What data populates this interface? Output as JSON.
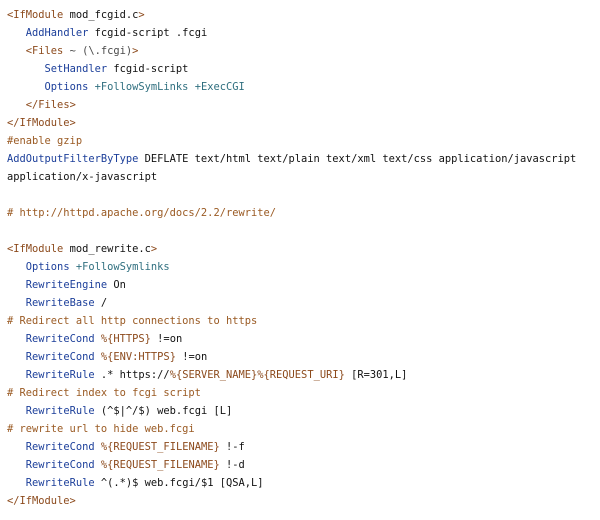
{
  "colors": {
    "background": "#ffffff",
    "default_text": "#111111",
    "tag_brown": "#8c4a1c",
    "keyword_blue": "#1c3f9a",
    "comment_brown": "#9a5a23",
    "flag_teal": "#2f6f7f",
    "symbol_gray": "#4a4a4a",
    "variable_green": "#2e6b2e"
  },
  "code": {
    "lines": [
      [
        {
          "t": "<IfModule",
          "c": "tag_brown"
        },
        {
          "t": " mod_fcgid.c",
          "c": "default_text"
        },
        {
          "t": ">",
          "c": "tag_brown"
        }
      ],
      [
        {
          "t": "   ",
          "c": "default_text"
        },
        {
          "t": "AddHandler",
          "c": "keyword_blue"
        },
        {
          "t": " fcgid-script .fcgi",
          "c": "default_text"
        }
      ],
      [
        {
          "t": "   ",
          "c": "default_text"
        },
        {
          "t": "<Files",
          "c": "tag_brown"
        },
        {
          "t": " ~ (\\.fcgi)",
          "c": "symbol_gray"
        },
        {
          "t": ">",
          "c": "tag_brown"
        }
      ],
      [
        {
          "t": "      ",
          "c": "default_text"
        },
        {
          "t": "SetHandler",
          "c": "keyword_blue"
        },
        {
          "t": " fcgid-script",
          "c": "default_text"
        }
      ],
      [
        {
          "t": "      ",
          "c": "default_text"
        },
        {
          "t": "Options",
          "c": "keyword_blue"
        },
        {
          "t": " +FollowSymLinks +ExecCGI",
          "c": "flag_teal"
        }
      ],
      [
        {
          "t": "   ",
          "c": "default_text"
        },
        {
          "t": "</Files>",
          "c": "tag_brown"
        }
      ],
      [
        {
          "t": "</IfModule>",
          "c": "tag_brown"
        }
      ],
      [
        {
          "t": "#enable gzip",
          "c": "comment_brown"
        }
      ],
      [
        {
          "t": "AddOutputFilterByType",
          "c": "keyword_blue"
        },
        {
          "t": " DEFLATE text/html text/plain text/xml text/css application/javascript",
          "c": "default_text"
        }
      ],
      [
        {
          "t": "application/x-javascript",
          "c": "default_text"
        }
      ],
      [],
      [
        {
          "t": "# http://httpd.apache.org/docs/2.2/rewrite/",
          "c": "comment_brown"
        }
      ],
      [],
      [
        {
          "t": "<IfModule",
          "c": "tag_brown"
        },
        {
          "t": " mod_rewrite.c",
          "c": "default_text"
        },
        {
          "t": ">",
          "c": "tag_brown"
        }
      ],
      [
        {
          "t": "   ",
          "c": "default_text"
        },
        {
          "t": "Options",
          "c": "keyword_blue"
        },
        {
          "t": " +FollowSymlinks",
          "c": "flag_teal"
        }
      ],
      [
        {
          "t": "   ",
          "c": "default_text"
        },
        {
          "t": "RewriteEngine",
          "c": "keyword_blue"
        },
        {
          "t": " On",
          "c": "default_text"
        }
      ],
      [
        {
          "t": "   ",
          "c": "default_text"
        },
        {
          "t": "RewriteBase",
          "c": "keyword_blue"
        },
        {
          "t": " /",
          "c": "default_text"
        }
      ],
      [
        {
          "t": "# Redirect all http connections to https",
          "c": "comment_brown"
        }
      ],
      [
        {
          "t": "   ",
          "c": "default_text"
        },
        {
          "t": "RewriteCond",
          "c": "keyword_blue"
        },
        {
          "t": " ",
          "c": "default_text"
        },
        {
          "t": "%{HTTPS}",
          "c": "tag_brown"
        },
        {
          "t": " !=on",
          "c": "default_text"
        }
      ],
      [
        {
          "t": "   ",
          "c": "default_text"
        },
        {
          "t": "RewriteCond",
          "c": "keyword_blue"
        },
        {
          "t": " ",
          "c": "default_text"
        },
        {
          "t": "%{ENV:HTTPS}",
          "c": "tag_brown"
        },
        {
          "t": " !=on",
          "c": "default_text"
        }
      ],
      [
        {
          "t": "   ",
          "c": "default_text"
        },
        {
          "t": "RewriteRule",
          "c": "keyword_blue"
        },
        {
          "t": " .* https://",
          "c": "default_text"
        },
        {
          "t": "%{SERVER_NAME}%{REQUEST_URI}",
          "c": "tag_brown"
        },
        {
          "t": " [R=301,L]",
          "c": "default_text"
        }
      ],
      [
        {
          "t": "# Redirect index to fcgi script",
          "c": "comment_brown"
        }
      ],
      [
        {
          "t": "   ",
          "c": "default_text"
        },
        {
          "t": "RewriteRule",
          "c": "keyword_blue"
        },
        {
          "t": " (^$|^/$) web.fcgi [L]",
          "c": "default_text"
        }
      ],
      [
        {
          "t": "# rewrite url to hide web.fcgi",
          "c": "comment_brown"
        }
      ],
      [
        {
          "t": "   ",
          "c": "default_text"
        },
        {
          "t": "RewriteCond",
          "c": "keyword_blue"
        },
        {
          "t": " ",
          "c": "default_text"
        },
        {
          "t": "%{REQUEST_FILENAME}",
          "c": "tag_brown"
        },
        {
          "t": " !-f",
          "c": "default_text"
        }
      ],
      [
        {
          "t": "   ",
          "c": "default_text"
        },
        {
          "t": "RewriteCond",
          "c": "keyword_blue"
        },
        {
          "t": " ",
          "c": "default_text"
        },
        {
          "t": "%{REQUEST_FILENAME}",
          "c": "tag_brown"
        },
        {
          "t": " !-d",
          "c": "default_text"
        }
      ],
      [
        {
          "t": "   ",
          "c": "default_text"
        },
        {
          "t": "RewriteRule",
          "c": "keyword_blue"
        },
        {
          "t": " ^(.*)$ web.fcgi/$1 [QSA,L]",
          "c": "default_text"
        }
      ],
      [
        {
          "t": "</IfModule>",
          "c": "tag_brown"
        }
      ]
    ]
  }
}
